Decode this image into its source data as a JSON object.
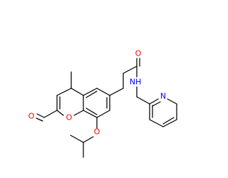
{
  "molecule": {
    "atoms": {
      "carbonyl_oxygen_lactone": {
        "label": "O",
        "color": "#ff0000"
      },
      "ring_oxygen": {
        "label": "O",
        "color": "#ff0000"
      },
      "ether_oxygen": {
        "label": "O",
        "color": "#ff0000"
      },
      "amide_oxygen": {
        "label": "O",
        "color": "#ff0000"
      },
      "amide_nitrogen": {
        "label": "NH",
        "color": "#0000ff"
      },
      "pyridine_nitrogen": {
        "label": "N",
        "color": "#0000ff"
      }
    },
    "bond_color": "#000000"
  }
}
